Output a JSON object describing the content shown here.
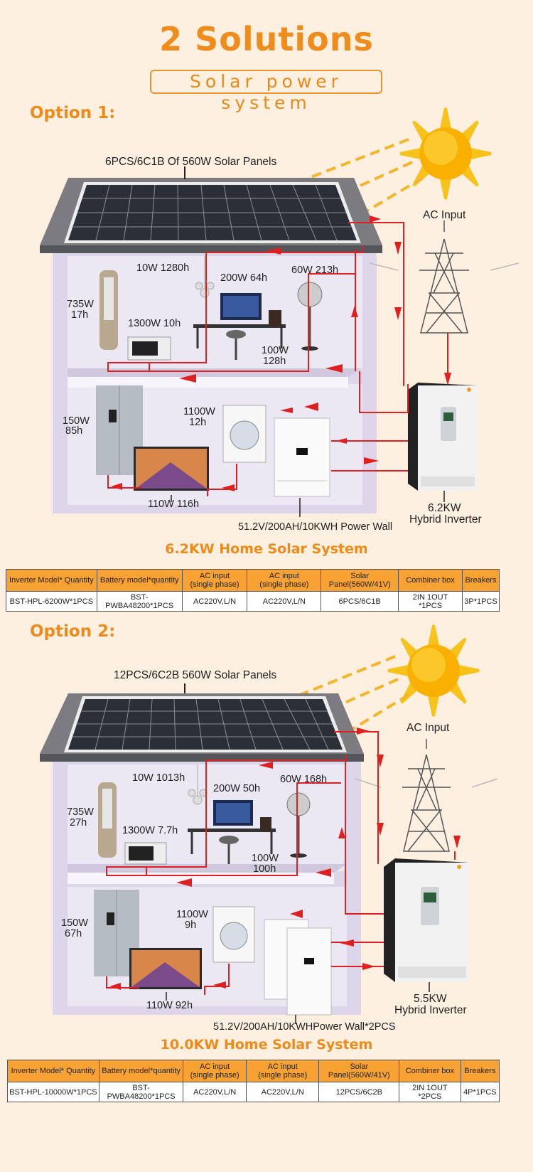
{
  "header": {
    "title": "2 Solutions",
    "subtitle": "Solar power system"
  },
  "options": [
    {
      "title": "Option 1:",
      "panels_label": "6PCS/6C1B Of 560W Solar Panels",
      "ac_input": "AC Input",
      "light": "10W 1280h",
      "computer": "200W 64h",
      "fan": "60W 213h",
      "aircon_power": "735W",
      "aircon_hours": "17h",
      "microwave": "1300W 10h",
      "speaker_power": "100W",
      "speaker_hours": "128h",
      "fridge_power": "150W",
      "fridge_hours": "85h",
      "washer_power": "1100W",
      "washer_hours": "12h",
      "tv": "110W 116h",
      "battery": "51.2V/200AH/10KWH Power Wall",
      "inverter_power": "6.2KW",
      "inverter_name": "Hybrid Inverter",
      "system_title": "6.2KW Home Solar System",
      "table": {
        "headers": [
          "Inverter Model* Quantity",
          "Battery model*quantity",
          "AC input\n(single phase)",
          "AC input\n(single phase)",
          "Solar Panel(560W/41V)",
          "Combiner box",
          "Breakers"
        ],
        "row": [
          "BST-HPL-6200W*1PCS",
          "BST-PWBA48200*1PCS",
          "AC220V,L/N",
          "AC220V,L/N",
          "6PCS/6C1B",
          "2IN 1OUT *1PCS",
          "3P*1PCS"
        ]
      }
    },
    {
      "title": "Option 2:",
      "panels_label": "12PCS/6C2B 560W Solar Panels",
      "ac_input": "AC Input",
      "light": "10W 1013h",
      "computer": "200W 50h",
      "fan": "60W 168h",
      "aircon_power": "735W",
      "aircon_hours": "27h",
      "microwave": "1300W 7.7h",
      "speaker_power": "100W",
      "speaker_hours": "100h",
      "fridge_power": "150W",
      "fridge_hours": "67h",
      "washer_power": "1100W",
      "washer_hours": "9h",
      "tv": "110W 92h",
      "battery": "51.2V/200AH/10KWHPower Wall*2PCS",
      "inverter_power": "5.5KW",
      "inverter_name": "Hybrid Inverter",
      "system_title": "10.0KW Home Solar System",
      "table": {
        "headers": [
          "Inverter Model* Quantity",
          "Battery model*quantity",
          "AC input\n(single phase)",
          "AC input\n(single phase)",
          "Solar Panel(560W/41V)",
          "Combiner box",
          "Breakers"
        ],
        "row": [
          "BST-HPL-10000W*1PCS",
          "BST-PWBA48200*1PCS",
          "AC220V,L/N",
          "AC220V,L/N",
          "12PCS/6C2B",
          "2IN 1OUT *2PCS",
          "4P*1PCS"
        ]
      }
    }
  ],
  "colors": {
    "accent": "#f08c1c",
    "flow_arrow": "#e02020",
    "table_header": "#f7a233",
    "background": "#fdf0e0",
    "sun": "#f7b500"
  }
}
